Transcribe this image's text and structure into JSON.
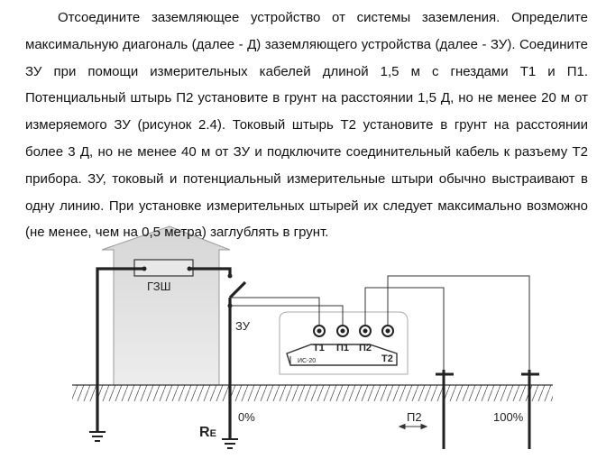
{
  "paragraph": "Отсоедините заземляющее устройство от системы заземления. Определите максимальную диагональ (далее - Д) заземляющего устройства (далее - ЗУ). Соедините ЗУ при помощи измерительных кабелей длиной 1,5 м с гнездами Т1 и П1. Потенциальный штырь П2 установите в грунт на расстоянии 1,5 Д, но не менее 20 м от измеряемого ЗУ (рисунок 2.4). Токовый штырь Т2 установите в грунт на расстоянии более 3 Д, но не менее 40 м от ЗУ и подключите соединительный кабель к разъему Т2 прибора. ЗУ, токовый и потенциальный измерительные штыри обычно выстраивают в одну линию. При установке измерительных штырей их следует максимально возможно (не менее, чем на 0,5 метра) заглублять в грунт.",
  "diagram": {
    "busbar_label": "ГЗШ",
    "ground_device_label": "ЗУ",
    "device_model": "ИС-20",
    "terminals": [
      "Т1",
      "П1",
      "П2",
      "Т2"
    ],
    "zero_label": "0%",
    "re_label": "R",
    "re_sub": "E",
    "p2_label": "П2",
    "full_label": "100%"
  }
}
